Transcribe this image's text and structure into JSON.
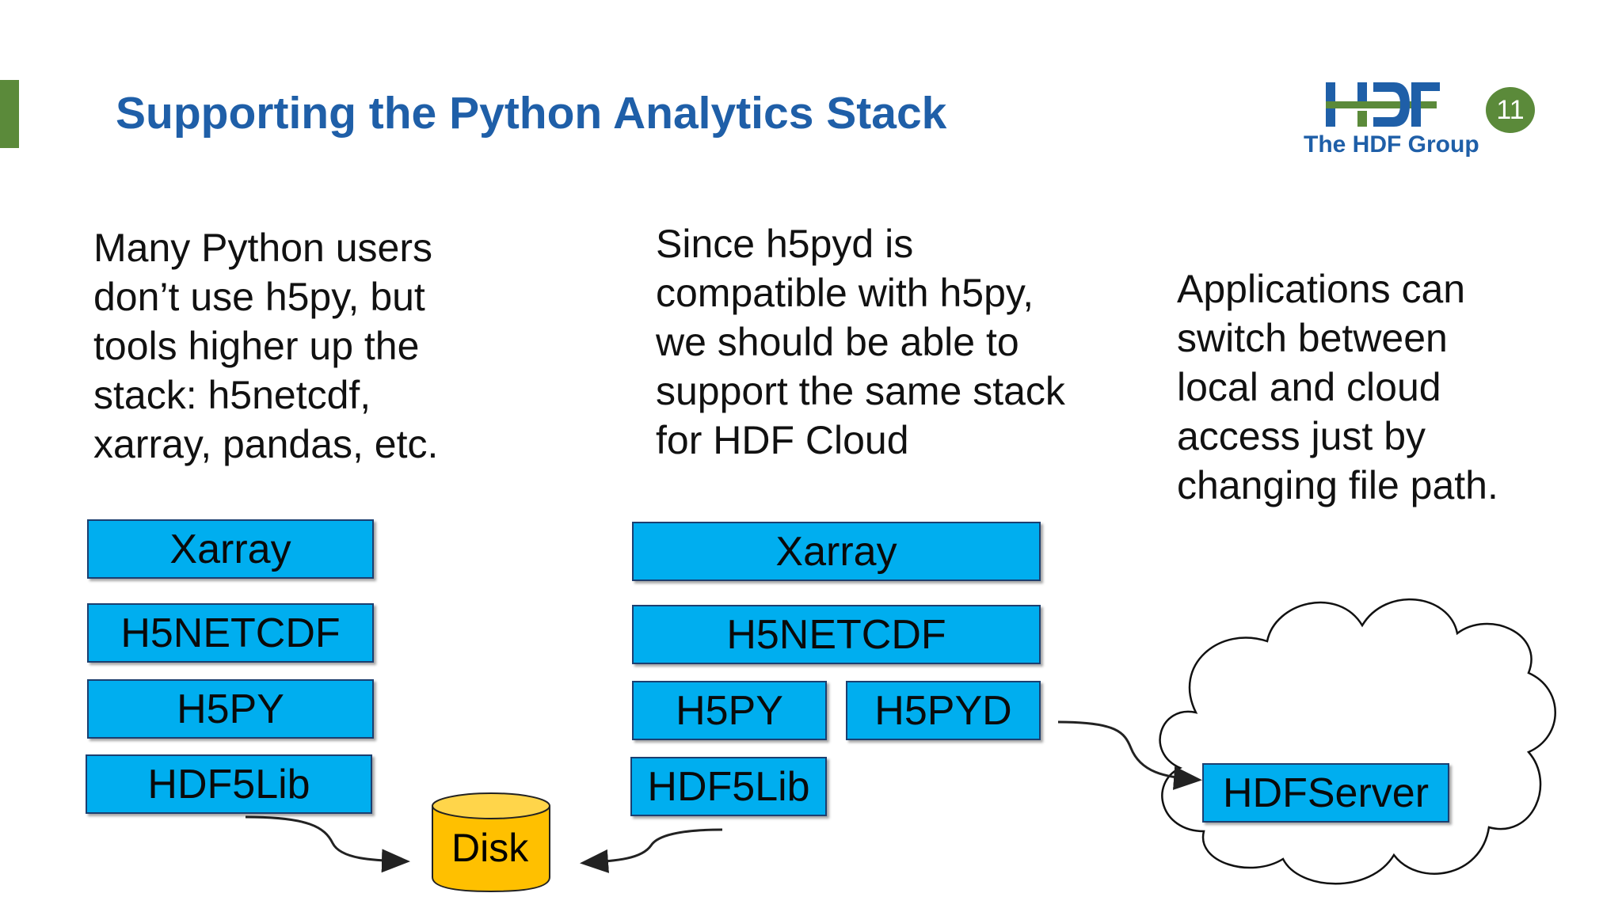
{
  "slide": {
    "title": "Supporting the Python Analytics Stack",
    "page_number": "11",
    "logo_text": "The HDF Group",
    "colors": {
      "title": "#1f5fa8",
      "accent": "#5b8a3a",
      "box": "#00aeef",
      "disk": "#ffc000"
    }
  },
  "paragraphs": {
    "left": [
      "Many Python users",
      "don’t use h5py, but",
      "tools higher up the",
      "stack: h5netcdf,",
      "xarray, pandas, etc."
    ],
    "middle": [
      "Since h5pyd is",
      "compatible with h5py,",
      "we should be able to",
      "support the same stack",
      "for HDF Cloud"
    ],
    "right": [
      "Applications can",
      "switch between",
      "local and cloud",
      "access just by",
      "changing file path."
    ]
  },
  "stack_local": {
    "xarray": "Xarray",
    "h5netcdf": "H5NETCDF",
    "h5py": "H5PY",
    "hdf5lib": "HDF5Lib"
  },
  "stack_cloud": {
    "xarray": "Xarray",
    "h5netcdf": "H5NETCDF",
    "h5py": "H5PY",
    "h5pyd": "H5PYD",
    "hdf5lib": "HDF5Lib"
  },
  "disk_label": "Disk",
  "server_label": "HDFServer"
}
